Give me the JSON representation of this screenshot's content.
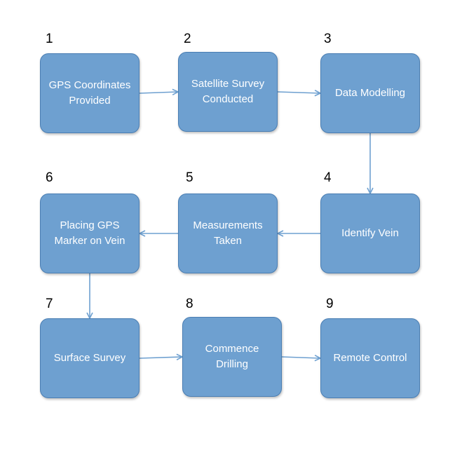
{
  "colors": {
    "box_fill": "#6ea0d0",
    "box_border": "#4a7eb3",
    "box_text": "#ffffff",
    "arrow": "#6ea0d0",
    "number_text": "#000000"
  },
  "steps": [
    {
      "number": "1",
      "label": "GPS Coordinates\nProvided"
    },
    {
      "number": "2",
      "label": "Satellite Survey\nConducted"
    },
    {
      "number": "3",
      "label": "Data Modelling"
    },
    {
      "number": "4",
      "label": "Identify Vein"
    },
    {
      "number": "5",
      "label": "Measurements\nTaken"
    },
    {
      "number": "6",
      "label": "Placing GPS\nMarker on Vein"
    },
    {
      "number": "7",
      "label": "Surface Survey"
    },
    {
      "number": "8",
      "label": "Commence\nDrilling"
    },
    {
      "number": "9",
      "label": "Remote Control"
    }
  ],
  "connections": [
    {
      "from": "1",
      "to": "2"
    },
    {
      "from": "2",
      "to": "3"
    },
    {
      "from": "3",
      "to": "4"
    },
    {
      "from": "4",
      "to": "5"
    },
    {
      "from": "5",
      "to": "6"
    },
    {
      "from": "6",
      "to": "7"
    },
    {
      "from": "7",
      "to": "8"
    },
    {
      "from": "8",
      "to": "9"
    }
  ]
}
